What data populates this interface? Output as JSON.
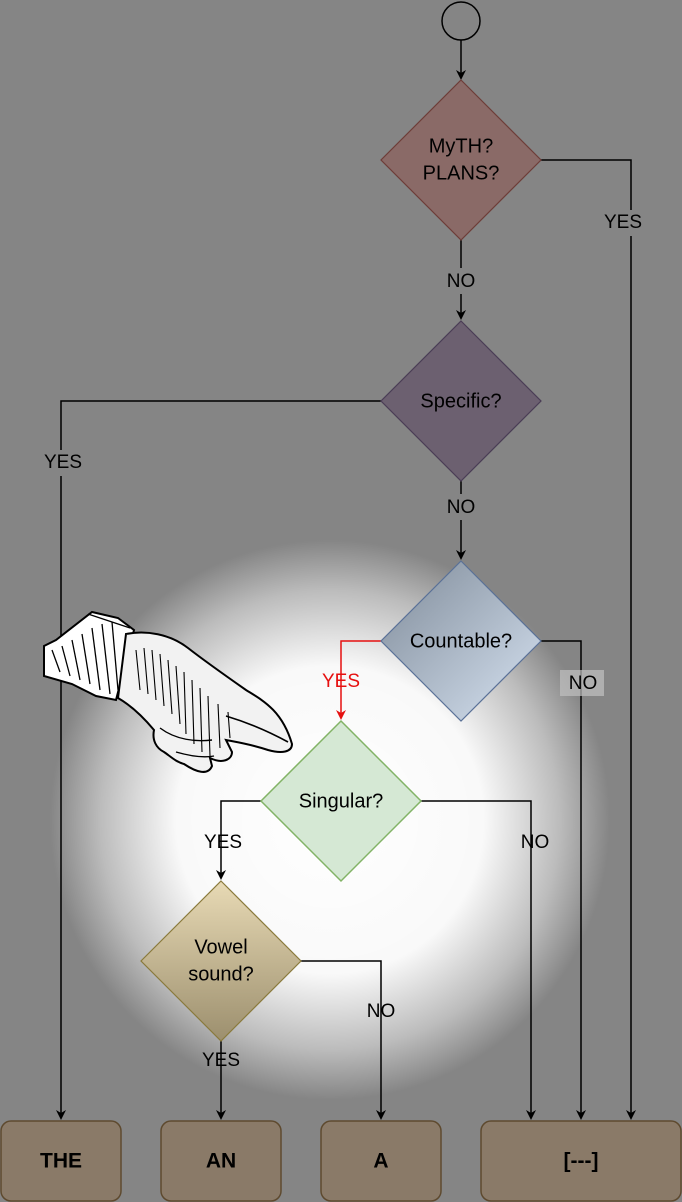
{
  "decisions": {
    "myth": {
      "line1": "MyTH?",
      "line2": "PLANS?"
    },
    "specific": {
      "label": "Specific?"
    },
    "countable": {
      "label": "Countable?"
    },
    "singular": {
      "label": "Singular?"
    },
    "vowel": {
      "line1": "Vowel",
      "line2": "sound?"
    }
  },
  "edges": {
    "myth_no": "NO",
    "myth_yes": "YES",
    "specific_no": "NO",
    "specific_yes": "YES",
    "countable_yes": "YES",
    "countable_no": "NO",
    "singular_yes": "YES",
    "singular_no": "NO",
    "vowel_yes": "YES",
    "vowel_no": "NO"
  },
  "outcomes": {
    "the": "THE",
    "an": "AN",
    "a": "A",
    "none": "[---]"
  },
  "colors": {
    "background": "#858585",
    "highlight_edge": "#e61010",
    "myth_fill": "#8a6a67",
    "specific_fill": "#6c6070",
    "countable_fill": "#a9b6c8",
    "singular_fill": "#d5e8d4",
    "vowel_fill": "#d2c29e",
    "outcome_fill": "#8a7a68"
  }
}
